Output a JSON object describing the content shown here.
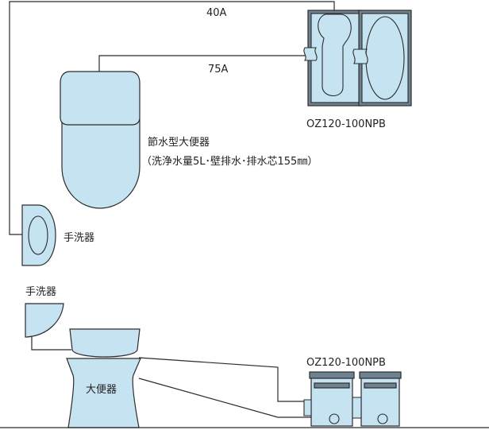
{
  "pipe_labels": {
    "pipe_40a": "40A",
    "pipe_75a": "75A"
  },
  "plan_view": {
    "tank_model": "OZ120-100NPB",
    "toilet_title": "節水型大便器",
    "toilet_spec": "（洗浄水量5L･壁排水･排水芯155㎜）",
    "handwash_label": "手洗器"
  },
  "elevation_view": {
    "handwash_label": "手洗器",
    "toilet_label": "大便器",
    "tank_model": "OZ120-100NPB"
  },
  "colors": {
    "fixture_fill": "#c6e3f1",
    "tank_dark": "#6e8290",
    "line": "#2b2b2b"
  }
}
